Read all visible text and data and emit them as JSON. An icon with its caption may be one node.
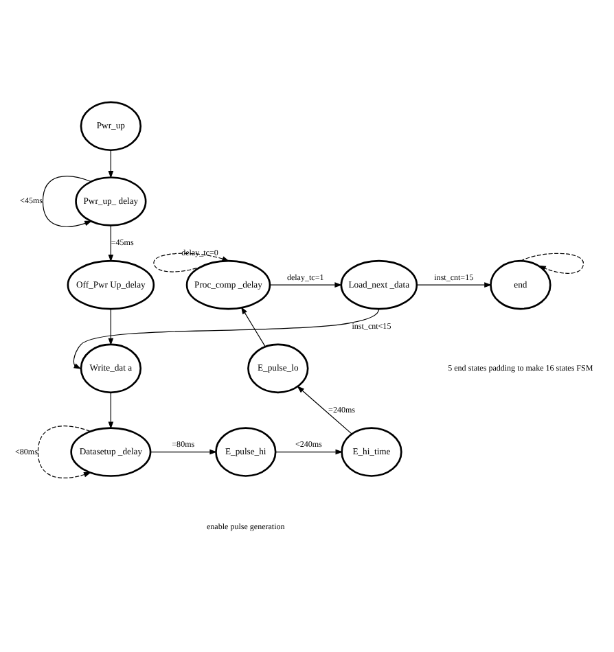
{
  "diagram": {
    "nodes": [
      {
        "text": [
          "Pwr_up"
        ]
      },
      {
        "text": [
          "Pwr_up_ delay"
        ]
      },
      {
        "text": [
          "Off_Pwr Up_delay"
        ]
      },
      {
        "text": [
          "Write_dat a"
        ]
      },
      {
        "text": [
          "Datasetup _delay"
        ]
      },
      {
        "text": [
          "E_pulse_hi"
        ]
      },
      {
        "text": [
          "E_hi_time"
        ]
      },
      {
        "text": [
          "E_pulse_lo"
        ]
      },
      {
        "text": [
          "Proc_comp _delay"
        ]
      },
      {
        "text": [
          "Load_next _data"
        ]
      },
      {
        "text": [
          "end"
        ]
      }
    ],
    "edges": [
      {
        "from": 0,
        "to": 1,
        "arrow": "to"
      },
      {
        "from": 1,
        "to": 1,
        "arrow": "to",
        "label": "<45ms"
      },
      {
        "from": 1,
        "to": 2,
        "arrow": "to",
        "label": "=45ms"
      },
      {
        "from": 2,
        "to": 3,
        "arrow": "to"
      },
      {
        "from": 3,
        "to": 4,
        "arrow": "to"
      },
      {
        "from": 4,
        "to": 4,
        "arrow": "to",
        "label": "<80ms",
        "style": "dashed"
      },
      {
        "from": 4,
        "to": 5,
        "arrow": "to",
        "label": "=80ms"
      },
      {
        "from": 5,
        "to": 6,
        "arrow": "to",
        "label": "<240ms"
      },
      {
        "from": 6,
        "to": 7,
        "arrow": "to",
        "label": "=240ms"
      },
      {
        "from": 7,
        "to": 8,
        "arrow": "to"
      },
      {
        "from": 8,
        "to": 8,
        "arrow": "to",
        "label": "delay_tc=0",
        "style": "dashed"
      },
      {
        "from": 8,
        "to": 9,
        "arrow": "to",
        "label": "delay_tc=1"
      },
      {
        "from": 9,
        "to": 10,
        "arrow": "to",
        "label": "inst_cnt=15"
      },
      {
        "from": 10,
        "to": 10,
        "arrow": "to",
        "style": "dashed"
      },
      {
        "from": 9,
        "to": 3,
        "arrow": "to",
        "label": "inst_cnt<15"
      }
    ],
    "labels": [
      "enable pulse generation",
      "5 end states padding to make 16 states FSM"
    ]
  }
}
